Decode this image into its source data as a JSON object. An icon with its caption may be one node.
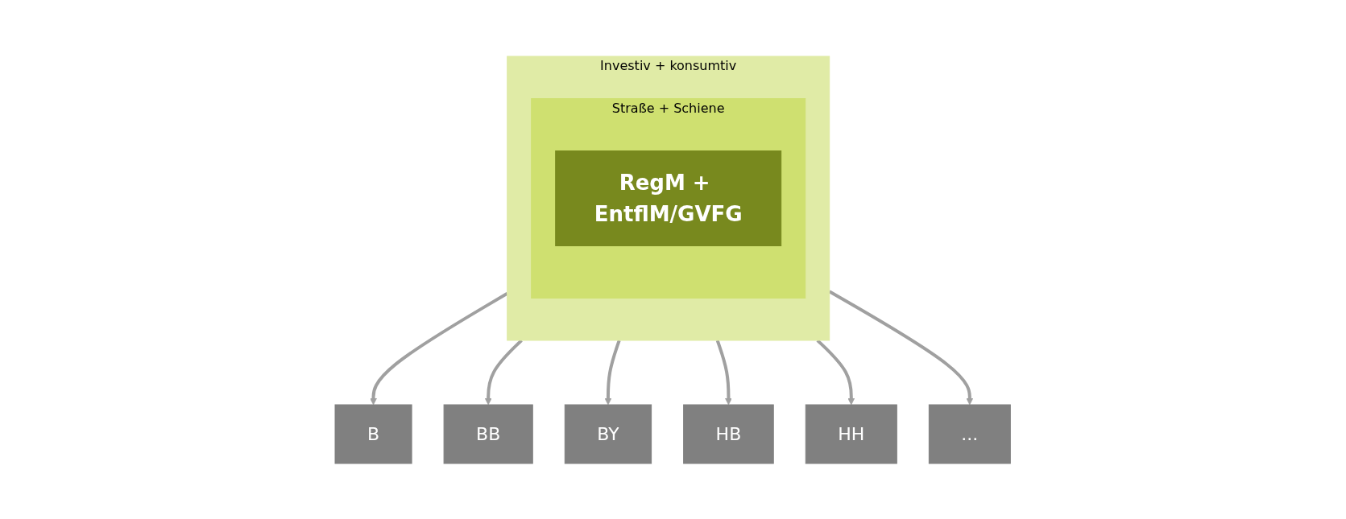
{
  "diagram": {
    "nodes": [
      {
        "text": [
          "Investiv + konsumtiv"
        ]
      },
      {
        "text": [
          "Straße + Schiene"
        ],
        "in": 0
      },
      {
        "text": [
          "RegM + EntflM/GVFG"
        ],
        "in": 1
      },
      {
        "text": [
          "B"
        ]
      },
      {
        "text": [
          "BB"
        ]
      },
      {
        "text": [
          "BY"
        ]
      },
      {
        "text": [
          "HB"
        ]
      },
      {
        "text": [
          "HH"
        ]
      },
      {
        "text": [
          "..."
        ]
      }
    ],
    "edges": [
      {
        "from": 0,
        "to": 3,
        "arrow": "to"
      },
      {
        "from": 0,
        "to": 4,
        "arrow": "to"
      },
      {
        "from": 0,
        "to": 5,
        "arrow": "to"
      },
      {
        "from": 0,
        "to": 6,
        "arrow": "to"
      },
      {
        "from": 0,
        "to": 7,
        "arrow": "to"
      },
      {
        "from": 0,
        "to": 8,
        "arrow": "to"
      }
    ]
  }
}
